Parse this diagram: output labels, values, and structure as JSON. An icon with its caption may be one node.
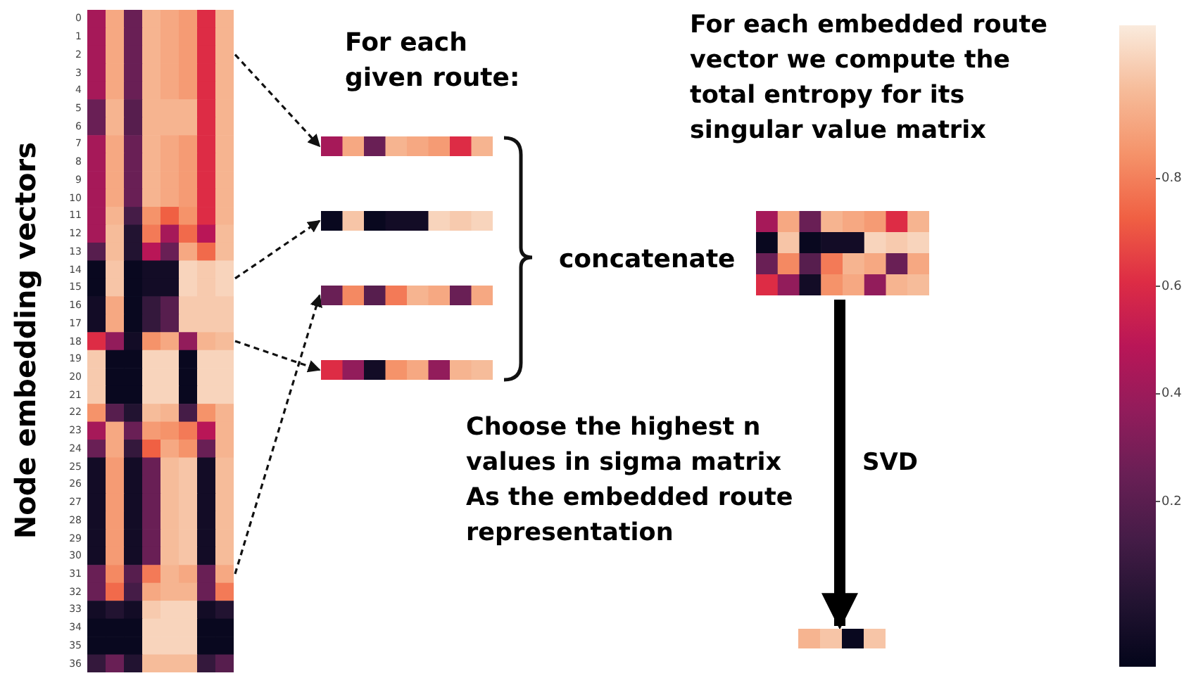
{
  "diagram": {
    "nodes": [
      {
        "text": [],
        "shape": "heatmap",
        "beside": [
          "Node embedding vectors",
          "0",
          "1",
          "2",
          "3",
          "4",
          "5",
          "6",
          "7",
          "8",
          "9",
          "10",
          "11",
          "12",
          "13",
          "14",
          "15",
          "16",
          "17",
          "18",
          "19",
          "20",
          "21",
          "22",
          "23",
          "24",
          "25",
          "26",
          "27",
          "28",
          "29",
          "30",
          "31",
          "32",
          "33",
          "34",
          "35",
          "36"
        ]
      },
      {
        "text": [],
        "shape": "heatmap"
      },
      {
        "text": [],
        "shape": "heatmap"
      },
      {
        "text": [],
        "shape": "heatmap"
      },
      {
        "text": [],
        "shape": "heatmap"
      },
      {
        "text": [],
        "shape": "heatmap"
      },
      {
        "text": [],
        "shape": "heatmap"
      }
    ],
    "edges": [
      {
        "from": 0,
        "to": 1,
        "arrow": "to",
        "style": "dashed"
      },
      {
        "from": 0,
        "to": 2,
        "arrow": "to",
        "style": "dashed"
      },
      {
        "from": 0,
        "to": 3,
        "arrow": "to",
        "style": "dashed"
      },
      {
        "from": 0,
        "to": 4,
        "arrow": "to",
        "style": "dashed"
      },
      {
        "from": 5,
        "to": 6,
        "arrow": "to",
        "style": "thick",
        "label": "SVD"
      }
    ],
    "labels": [
      "For each given route:",
      "For each embedded route vector we compute the total entropy for its singular value matrix",
      "concatenate",
      "Choose the highest n values in sigma matrix As the embedded route representation",
      "0.8",
      "0.6",
      "0.4",
      "0.2"
    ]
  }
}
